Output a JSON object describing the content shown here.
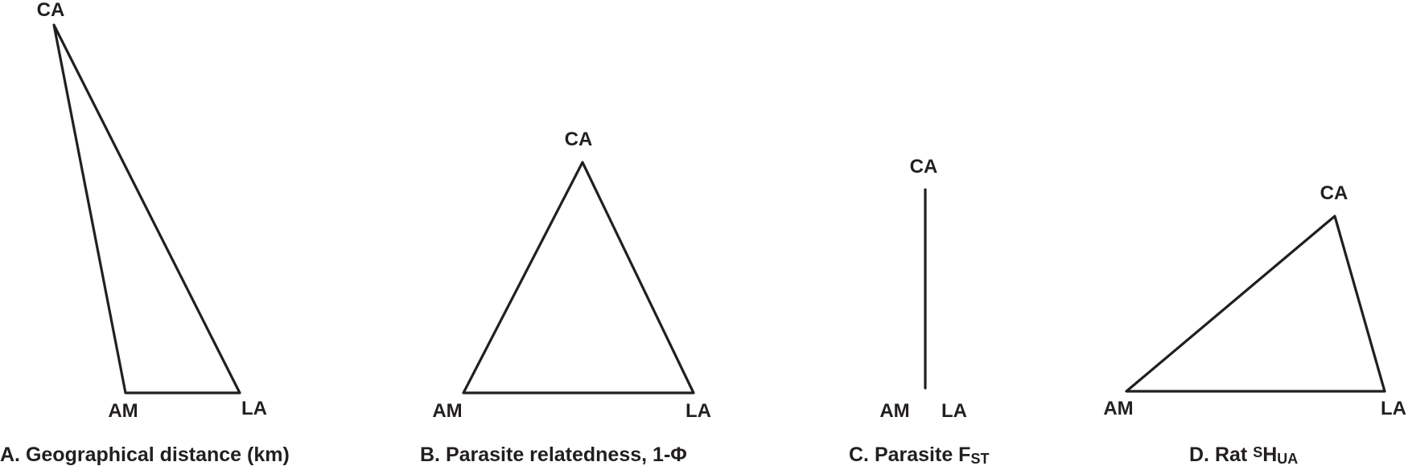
{
  "panels": [
    {
      "id": "A",
      "caption": "A. Geographical distance (km)",
      "nodes": {
        "CA": "CA",
        "AM": "AM",
        "LA": "LA"
      }
    },
    {
      "id": "B",
      "caption": "B. Parasite relatedness, 1-Φ",
      "nodes": {
        "CA": "CA",
        "AM": "AM",
        "LA": "LA"
      }
    },
    {
      "id": "C",
      "caption_prefix": "C. Parasite F",
      "caption_subscript": "ST",
      "nodes": {
        "CA": "CA",
        "AM": "AM",
        "LA": "LA"
      }
    },
    {
      "id": "D",
      "caption_prefix": "D. Rat ",
      "caption_superscript": "S",
      "caption_main": "H",
      "caption_subscript": "UA",
      "nodes": {
        "CA": "CA",
        "AM": "AM",
        "LA": "LA"
      }
    }
  ]
}
